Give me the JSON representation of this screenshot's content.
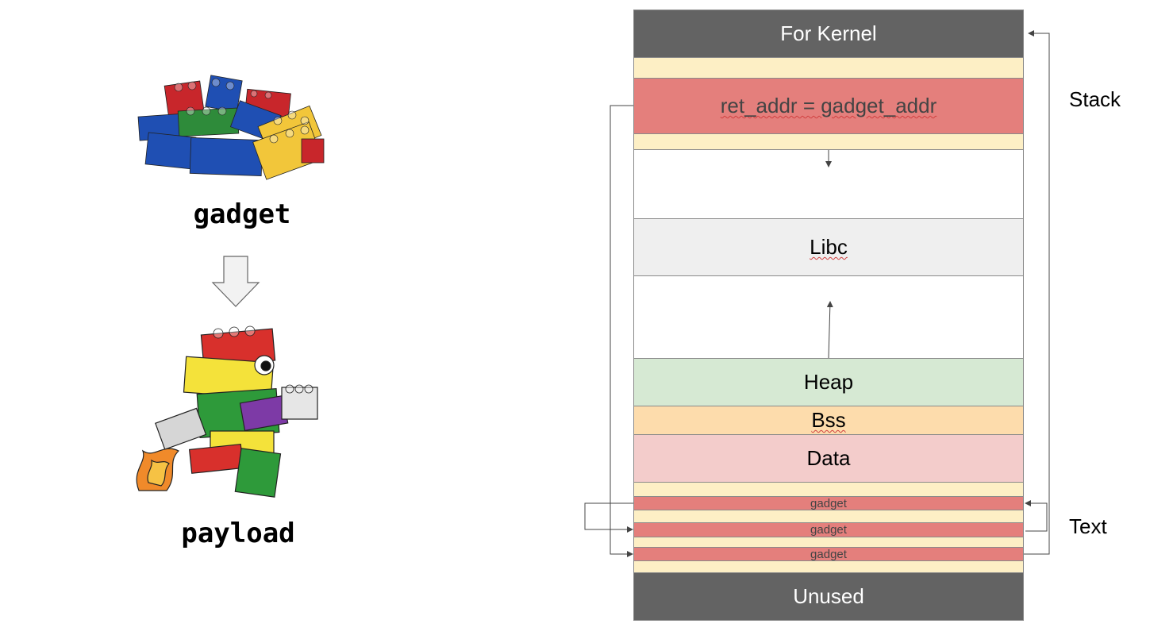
{
  "left": {
    "gadget_label": "gadget",
    "payload_label": "payload"
  },
  "memory": {
    "for_kernel": "For Kernel",
    "ret_addr": "ret_addr = gadget_addr",
    "libc": "Libc",
    "heap": "Heap",
    "bss": "Bss",
    "data": "Data",
    "gadget_1": "gadget",
    "gadget_2": "gadget",
    "gadget_3": "gadget",
    "unused": "Unused"
  },
  "side_labels": {
    "stack": "Stack",
    "text": "Text"
  },
  "colors": {
    "dark_segment": "#636363",
    "cream_segment": "#fdefc5",
    "red_segment": "#e47f7c",
    "libc_segment": "#efefef",
    "heap_segment": "#d6e9d3",
    "bss_segment": "#fddcac",
    "data_segment": "#f3cccb"
  },
  "icons": [
    "lego-bricks-pile-image",
    "down-arrow-icon",
    "lego-robot-image"
  ]
}
